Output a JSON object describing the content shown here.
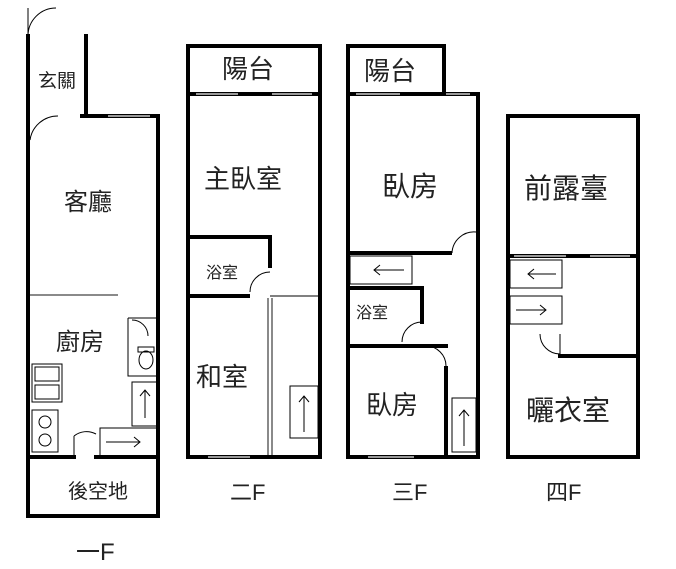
{
  "floors": [
    {
      "label": "一F",
      "rooms": [
        "玄關",
        "客廳",
        "廚房",
        "後空地"
      ]
    },
    {
      "label": "二F",
      "rooms": [
        "陽台",
        "主臥室",
        "浴室",
        "和室"
      ]
    },
    {
      "label": "三F",
      "rooms": [
        "陽台",
        "臥房",
        "浴室",
        "臥房"
      ]
    },
    {
      "label": "四F",
      "rooms": [
        "前露臺",
        "曬衣室"
      ]
    }
  ],
  "icons": [
    "stair-arrow-icon",
    "door-swing-icon",
    "sink-icon",
    "stove-icon",
    "toilet-icon"
  ]
}
